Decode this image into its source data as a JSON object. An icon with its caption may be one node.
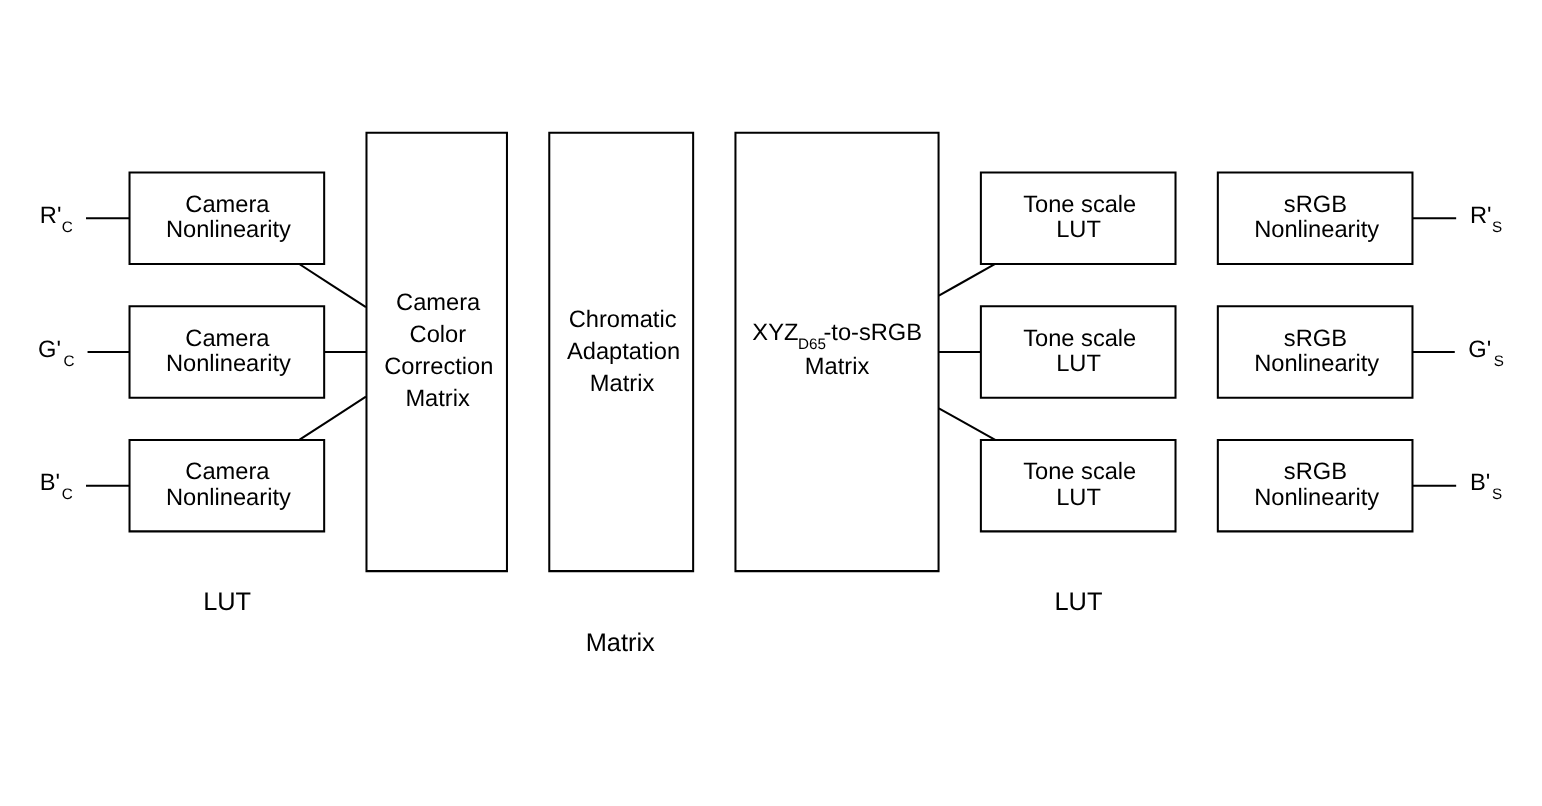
{
  "diagram": {
    "nodes": [
      {
        "text": [
          "R'$_{C}$"
        ]
      },
      {
        "text": [
          "Camera Nonlinearity"
        ]
      },
      {
        "text": [
          "Camera Color Correction Matrix"
        ]
      },
      {
        "text": [
          "Chromatic Adaptation Matrix"
        ]
      },
      {
        "text": [
          "XYZ$_{D65}$-to-sRGB Matrix"
        ]
      },
      {
        "text": [
          "Tone scale LUT"
        ]
      },
      {
        "text": [
          "sRGB Nonlinearity"
        ]
      },
      {
        "text": [
          "R'$_{S}$"
        ]
      },
      {
        "text": [
          "G'$_{C}$"
        ]
      },
      {
        "text": [
          "Camera Nonlinearity"
        ]
      },
      {
        "text": [
          "Tone scale LUT"
        ]
      },
      {
        "text": [
          "sRGB Nonlinearity"
        ]
      },
      {
        "text": [
          "G'$_{S}$"
        ]
      },
      {
        "text": [
          "B'$_{C}$"
        ]
      },
      {
        "text": [
          "Camera Nonlinearity"
        ]
      },
      {
        "text": [
          "Tone scale LUT"
        ]
      },
      {
        "text": [
          "sRGB Nonlinearity"
        ]
      },
      {
        "text": [
          "B'$_{S}$"
        ]
      }
    ],
    "edges": [
      {
        "from": 0,
        "to": 1,
        "arrow": "none"
      },
      {
        "from": 1,
        "to": 2,
        "arrow": "none"
      },
      {
        "from": 4,
        "to": 5,
        "arrow": "none"
      },
      {
        "from": 6,
        "to": 7,
        "arrow": "none"
      },
      {
        "from": 8,
        "to": 9,
        "arrow": "none"
      },
      {
        "from": 9,
        "to": 2,
        "arrow": "none"
      },
      {
        "from": 4,
        "to": 10,
        "arrow": "none"
      },
      {
        "from": 11,
        "to": 12,
        "arrow": "none"
      },
      {
        "from": 13,
        "to": 14,
        "arrow": "none"
      },
      {
        "from": 14,
        "to": 2,
        "arrow": "none"
      },
      {
        "from": 4,
        "to": 15,
        "arrow": "none"
      },
      {
        "from": 16,
        "to": 17,
        "arrow": "none"
      }
    ],
    "labels": [
      "LUT",
      "Matrix",
      "LUT"
    ]
  }
}
